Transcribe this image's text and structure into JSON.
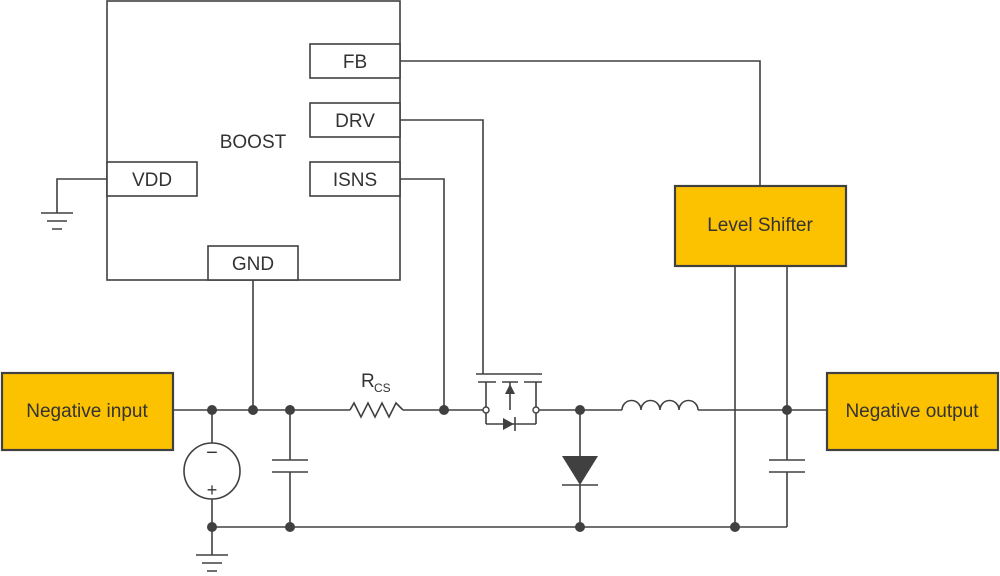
{
  "colors": {
    "wire": "#404040",
    "block_fill": "#fcc200",
    "text": "#333333"
  },
  "boost": {
    "title": "BOOST",
    "pins": {
      "fb": "FB",
      "drv": "DRV",
      "isns": "ISNS",
      "vdd": "VDD",
      "gnd": "GND"
    }
  },
  "blocks": {
    "level_shifter": "Level Shifter",
    "negative_input": "Negative input",
    "negative_output": "Negative output"
  },
  "components": {
    "resistor_label": {
      "main": "R",
      "sub": "CS"
    },
    "source_minus": "−",
    "source_plus": "+"
  },
  "icons": [
    "ground-icon",
    "voltage-source-icon",
    "capacitor-icon",
    "resistor-icon",
    "mosfet-icon",
    "diode-icon",
    "inductor-icon"
  ]
}
